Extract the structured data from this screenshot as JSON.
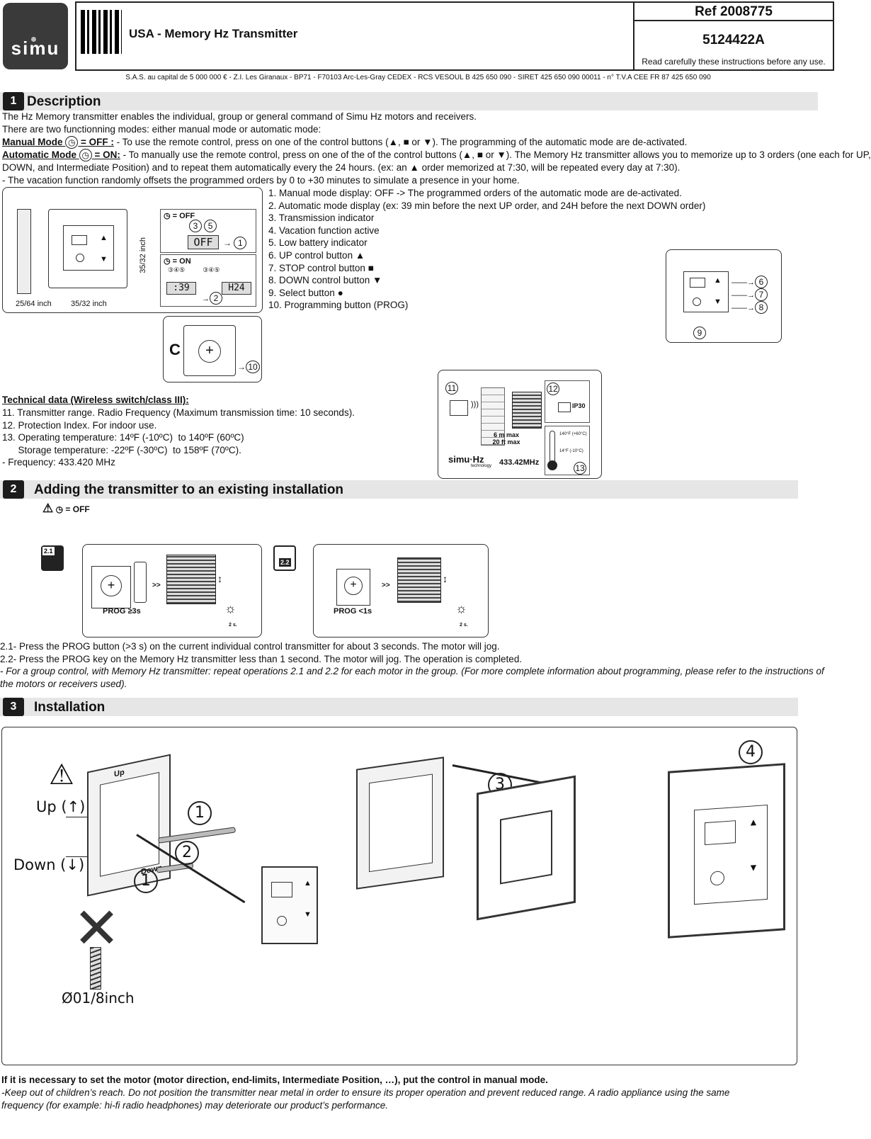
{
  "header": {
    "brand": "simu",
    "title": "USA - Memory Hz Transmitter",
    "ref": "Ref 2008775",
    "code": "5124422A",
    "read_note": "Read carefully these instructions before any use.",
    "legal": "S.A.S. au capital de 5 000 000 € - Z.I. Les Giranaux - BP71 - F70103 Arc-Les-Gray CEDEX - RCS VESOUL B 425 650 090 - SIRET 425 650 090 00011 - n° T.V.A CEE FR 87 425 650 090"
  },
  "section1": {
    "num": "1",
    "title": "Description",
    "intro1": "The Hz Memory transmitter enables the individual, group or general command of Simu Hz motors and receivers.",
    "intro2": "There are two functionning modes: either manual mode or automatic mode:",
    "manual_label": "Manual Mode ",
    "manual_eq": " = OFF :",
    "manual_text": " - To use the remote control, press on one of the control buttons (▲, ■ or ▼). The programming of the automatic mode are de-activated.",
    "auto_label": "Automatic Mode ",
    "auto_eq": " = ON:",
    "auto_text": " - To manually use the remote control, press on one of the of the control buttons (▲, ■ or ▼). The Memory Hz transmitter allows you to memorize up to 3 orders (one each for UP,",
    "auto_text2": "DOWN, and Intermediate Position) and to repeat them automatically every the 24 hours. (ex: an ▲ order memorized at 7:30, will be repeated every day at 7:30).",
    "vacation": "- The vacation function randomly offsets the programmed orders by 0 to +30 minutes to simulate a presence in your home.",
    "legend": [
      "1. Manual mode display: OFF -> The programmed orders of the automatic mode are de-activated.",
      "2. Automatic mode display (ex: 39 min before the next UP order, and 24H before the next DOWN order)",
      "3. Transmission indicator",
      "4. Vacation function active",
      "5. Low battery indicator",
      "6. UP control button ▲",
      "7. STOP control button ■",
      "8. DOWN control button ▼",
      "9. Select button ●",
      "10. Programming button (PROG)"
    ],
    "dims": {
      "depth": "25/64 inch",
      "width": "35/32 inch",
      "height": "35/32 inch"
    },
    "display_off": "= OFF",
    "display_on": "= ON",
    "lcd_off": "OFF",
    "lcd_39": ":39",
    "lcd_h24": "H24",
    "tech_title": "Technical data (Wireless switch/class III):",
    "tech": [
      "11. Transmitter range. Radio Frequency  (Maximum transmission time: 10 seconds).",
      "12. Protection Index. For indoor use.",
      "13. Operating temperature: 14ºF (-10ºC)  to 140ºF (60ºC)",
      "      Storage temperature: -22ºF (-30ºC)  to 158ºF (70ºC).",
      "- Frequency: 433.420 MHz"
    ],
    "range_m": "6 m max",
    "range_ft": "20 ft max",
    "freq_label": "433.42MHz",
    "simu_hz": "simu·Hz",
    "technology": "technology",
    "ip": "IP30",
    "t_high": "140°F (+60°C)",
    "t_low": "14°F (-10°C)"
  },
  "section2": {
    "num": "2",
    "title": "Adding the transmitter to an existing installation",
    "warning": "= OFF",
    "step1_tag": "2.1",
    "step1_label": "PROG ≥3s",
    "step2_tag": "2.2",
    "step2_label": "PROG <1s",
    "arrows": ">>",
    "jog": "2 s.",
    "notes": [
      "2.1- Press the PROG button (>3 s) on the current individual control transmitter for about 3 seconds. The motor will jog.",
      "2.2- Press the PROG key on the Memory Hz transmitter less than 1 second. The motor will jog. The operation is completed."
    ],
    "group_note1": "- For a group control, with Memory Hz transmitter: repeat operations 2.1 and 2.2 for each motor in the group. (For more complete information about programming, please refer to the instructions of",
    "group_note2": "the motors or receivers used)."
  },
  "section3": {
    "num": "3",
    "title": "Installation",
    "up": "Up (↑)",
    "down": "Down (↓)",
    "screw": "Ø01/8inch",
    "steps": [
      "1",
      "2",
      "1",
      "3",
      "4"
    ],
    "frame_up": "Up",
    "frame_down": "Down"
  },
  "footer": {
    "bold": "If it is necessary to set the motor (motor direction, end-limits, Intermediate Position, …), put the control in manual mode.",
    "italic1": "-Keep out of children’s reach. Do not position the transmitter near metal in order to ensure its proper operation and prevent reduced range. A radio appliance using the same",
    "italic2": "frequency (for example: hi-fi radio headphones) may deteriorate our product’s performance."
  }
}
